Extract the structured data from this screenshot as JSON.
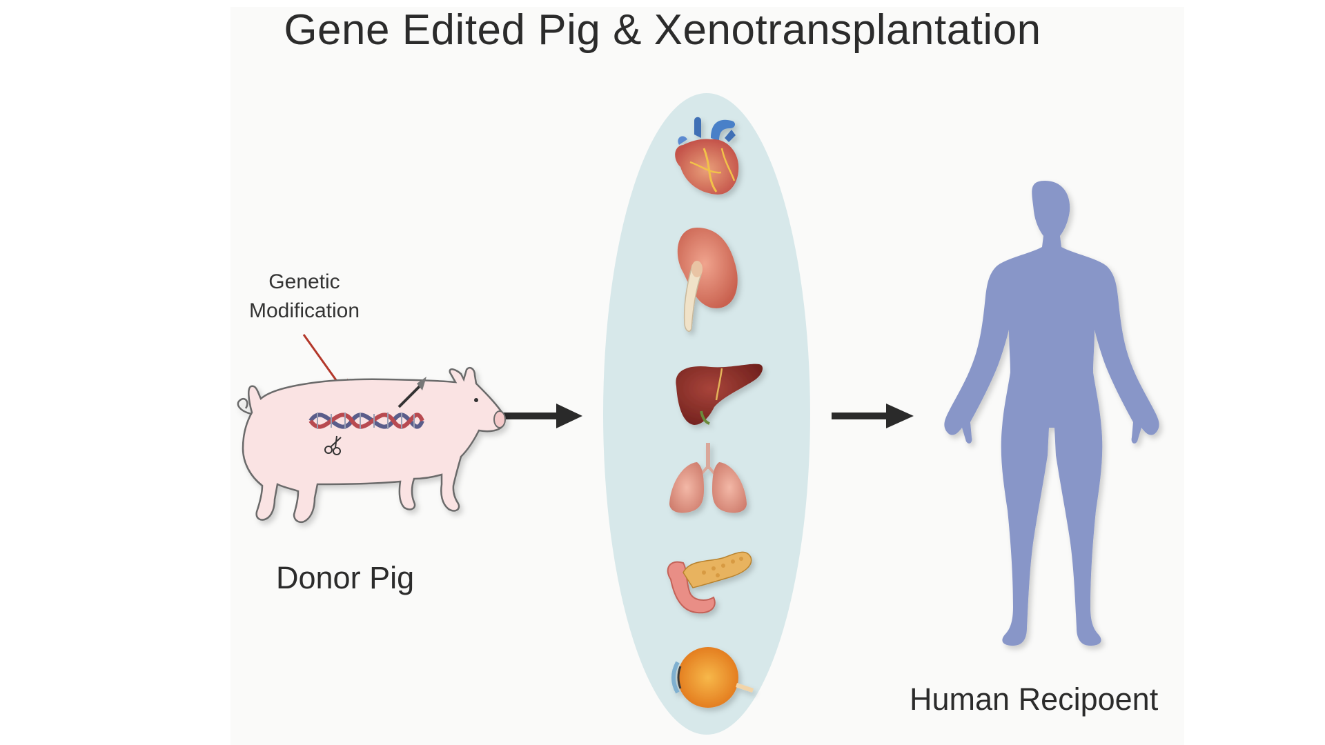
{
  "title": "Gene Edited Pig & Xenotransplantation",
  "donor": {
    "label": "Donor Pig",
    "annotation_line1": "Genetic",
    "annotation_line2": "Modification"
  },
  "organs": [
    "heart",
    "kidney",
    "liver",
    "lungs",
    "pancreas",
    "eye"
  ],
  "recipient": {
    "label": "Human Recipoent"
  },
  "colors": {
    "organ_oval": "#d7e8ea",
    "human_silhouette": "#8896c8",
    "pig_body": "#fae3e3",
    "arrow": "#2a2a2a",
    "annotation_arrow": "#b3372a"
  }
}
